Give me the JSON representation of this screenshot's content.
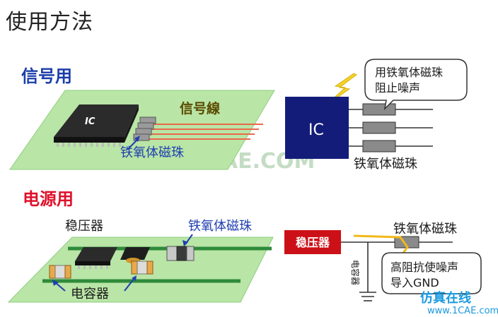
{
  "title": "使用方法",
  "signal": {
    "heading": "信号用",
    "chip_label": "IC",
    "line_label": "信号線",
    "bead_label": "铁氧体磁珠",
    "schematic": {
      "ic_label": "IC",
      "callout_line1": "用铁氧体磁珠",
      "callout_line2": "阻止噪声",
      "bead_label": "铁氧体磁珠"
    }
  },
  "power": {
    "heading": "电源用",
    "regulator_label": "稳压器",
    "bead_label": "铁氧体磁珠",
    "capacitor_label": "电容器",
    "schematic": {
      "regulator_label": "稳压器",
      "bead_label": "铁氧体磁珠",
      "capacitor_label": "电容器",
      "callout_line1": "高阻抗使噪声",
      "callout_line2": "导入GND"
    }
  },
  "watermarks": {
    "center": "1CAE.COM",
    "bottom_site": "仿真在线",
    "bottom_url": "www.1CAE.com"
  },
  "colors": {
    "board": "#b9e5a6",
    "ic_box": "#141c7a",
    "regulator_box": "#cc1017",
    "bead": "#8a8a8a",
    "bolt": "#f2d12a"
  }
}
